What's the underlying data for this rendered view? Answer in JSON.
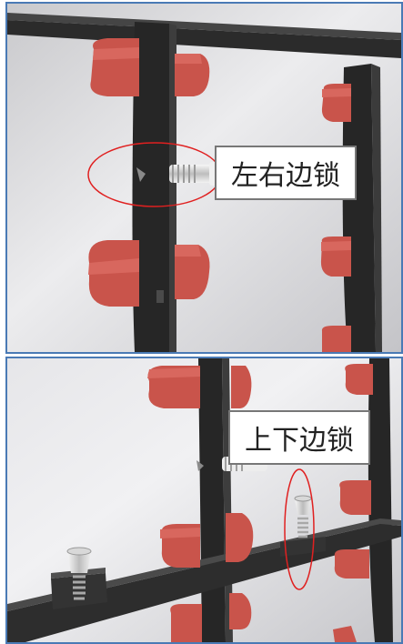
{
  "panels": [
    {
      "label": "左右边锁",
      "highlight_color": "#e02020"
    },
    {
      "label": "上下边锁",
      "highlight_color": "#e02020"
    }
  ],
  "colors": {
    "frame": "#2b2b2b",
    "clip": "#c9544b",
    "clip_shade": "#a9413a",
    "background": "#d6d6d6",
    "screw": "#e8e8e8",
    "panel_border": "#4a7ab5"
  },
  "icons": [
    "frame-clip-icon",
    "screw-lock-icon",
    "red-ellipse-highlight"
  ]
}
